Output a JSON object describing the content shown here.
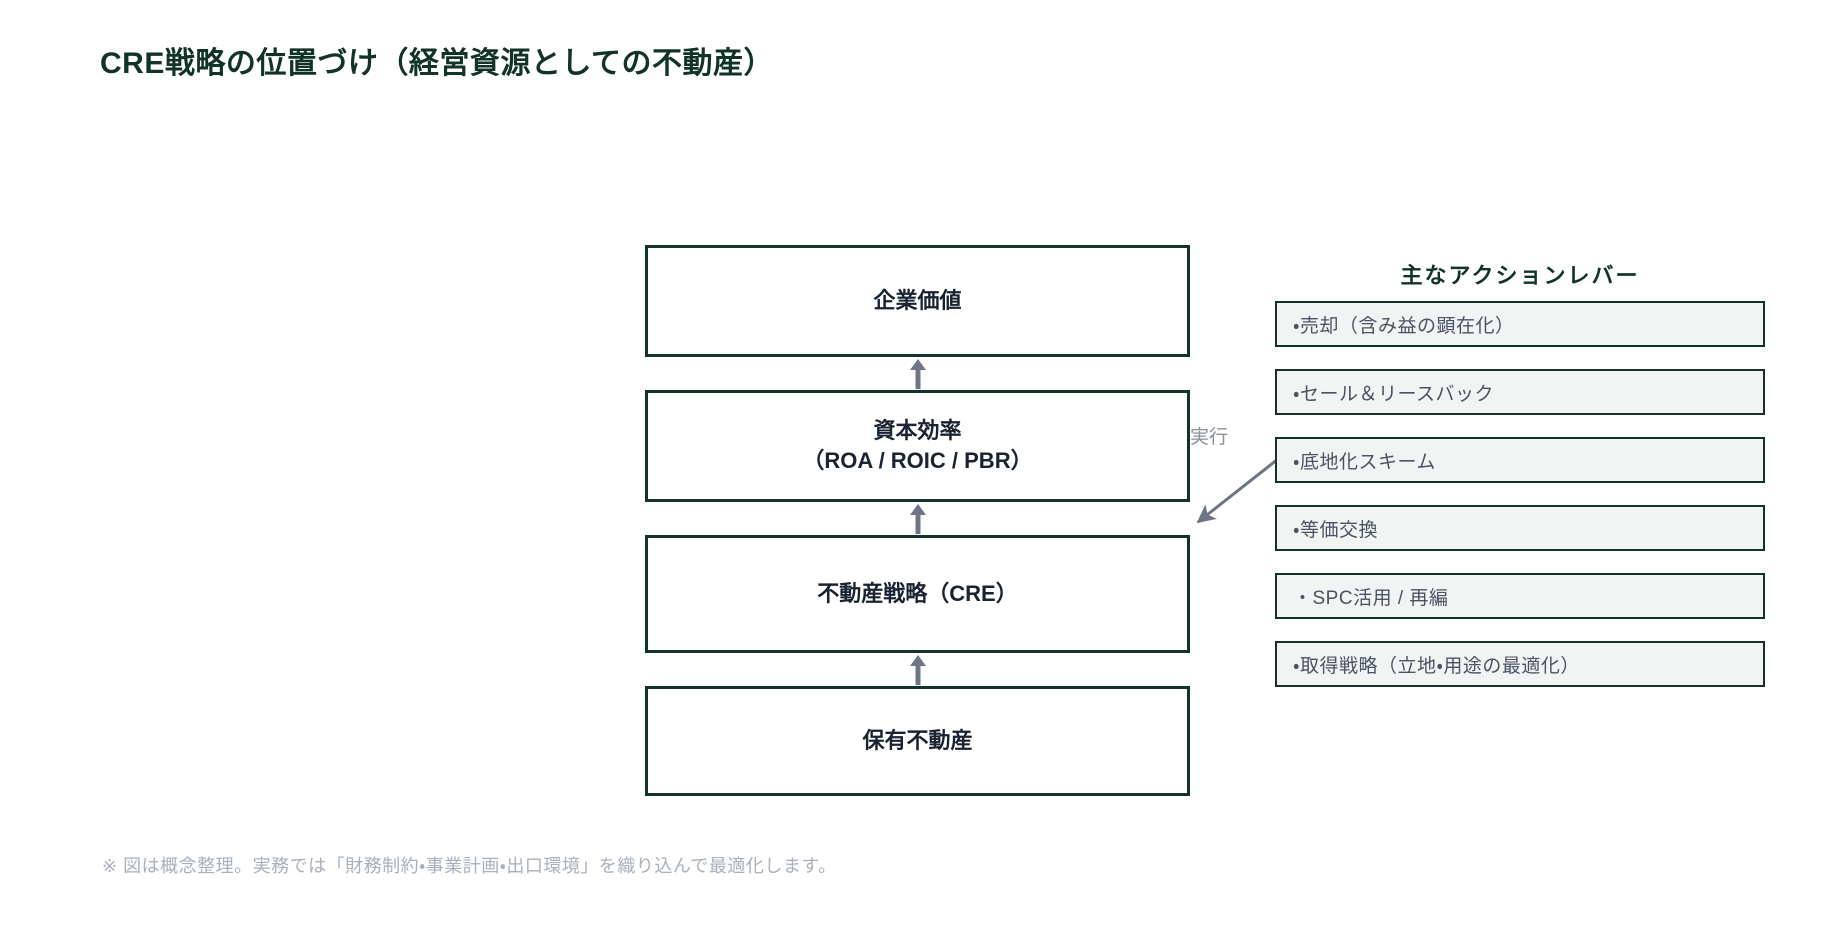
{
  "page": {
    "title": "CRE戦略の位置づけ（経営資源としての不動産）",
    "footnote": "※ 図は概念整理。実務では「財務制約・事業計画・出口環境」を織り込んで最適化します。",
    "colors": {
      "accent_green": "#123328",
      "text_navy": "#1a2332",
      "arrow_gray": "#6e7686",
      "lever_fill": "#f2f4f4",
      "lever_text": "#4a5263",
      "footnote_gray": "#aab0bb",
      "background": "#ffffff"
    }
  },
  "stack": {
    "boxes": [
      {
        "name": "enterprise-value",
        "line1": "企業価値",
        "line2": ""
      },
      {
        "name": "capital-efficiency",
        "line1": "資本効率",
        "line2": "（ROA / ROIC / PBR）"
      },
      {
        "name": "cre-strategy",
        "line1": "不動産戦略（CRE）",
        "line2": ""
      },
      {
        "name": "owned-real-estate",
        "line1": "保有不動産",
        "line2": ""
      }
    ],
    "arrows": [
      {
        "name": "arrow-owned-to-cre",
        "direction": "up"
      },
      {
        "name": "arrow-cre-to-efficiency",
        "direction": "up"
      },
      {
        "name": "arrow-efficiency-to-value",
        "direction": "up"
      }
    ]
  },
  "connector": {
    "label": "実行",
    "from": "底地化スキーム",
    "to": "不動産戦略（CRE）",
    "direction": "down-left"
  },
  "levers": {
    "title": "主なアクションレバー",
    "items": [
      {
        "label": "・売却（含み益の顕在化）"
      },
      {
        "label": "・セール＆リースバック"
      },
      {
        "label": "・底地化スキーム"
      },
      {
        "label": "・等価交換"
      },
      {
        "label": "・SPC活用 / 再編"
      },
      {
        "label": "・取得戦略（立地・用途の最適化）"
      }
    ]
  }
}
